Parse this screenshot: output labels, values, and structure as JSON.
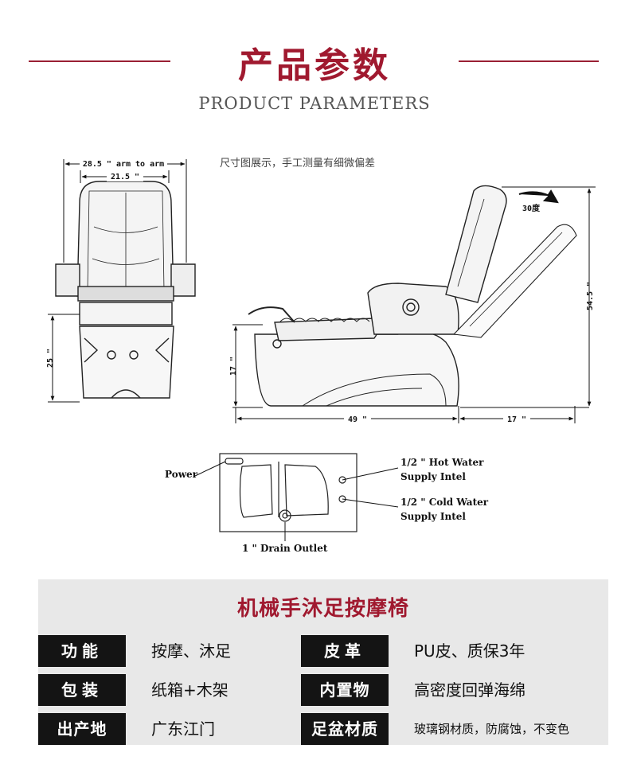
{
  "header": {
    "title_cn": "产品参数",
    "title_en": "PRODUCT PARAMETERS"
  },
  "note": "尺寸图展示，手工测量有细微偏差",
  "dims": {
    "arm_to_arm": "28.5 \" arm to arm",
    "inner_width": "21.5 \"",
    "front_height": "25 \"",
    "side_height": "17 \"",
    "total_height": "54.5 \"",
    "length": "49 \"",
    "extension": "17 \"",
    "recline": "30度"
  },
  "base_plan": {
    "power": "Power",
    "hot_line1": "1/2 \" Hot Water",
    "hot_line2": "Supply Intel",
    "cold_line1": "1/2 \" Cold Water",
    "cold_line2": "Supply Intel",
    "drain": "1 \" Drain Outlet"
  },
  "specs": {
    "title": "机械手沐足按摩椅",
    "rows": [
      {
        "k1": "功能",
        "v1": "按摩、沐足",
        "k2": "皮革",
        "v2": "PU皮、质保3年"
      },
      {
        "k1": "包装",
        "v1": "纸箱+木架",
        "k2": "内置物",
        "v2": "高密度回弹海绵"
      },
      {
        "k1": "出产地",
        "v1": "广东江门",
        "k2": "足盆材质",
        "v2": "玻璃钢材质，防腐蚀，不变色"
      }
    ]
  },
  "colors": {
    "accent": "#a0192f",
    "key_bg": "#141414",
    "panel_bg": "#e8e8e8"
  }
}
